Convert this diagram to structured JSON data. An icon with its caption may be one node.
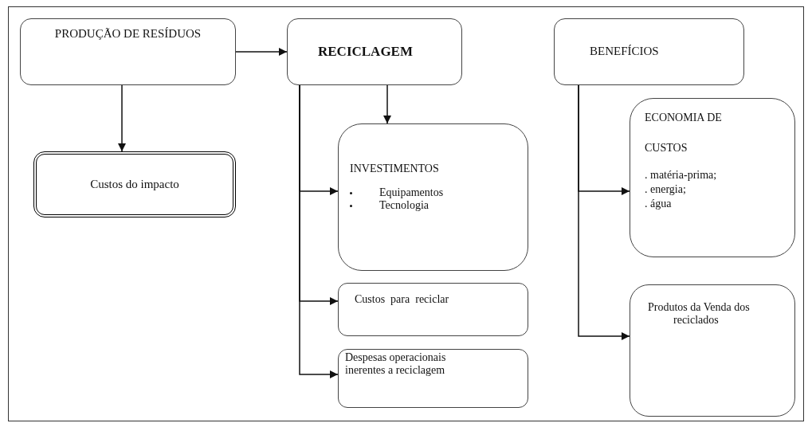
{
  "diagram": {
    "nodes": [
      {
        "text": [
          "PRODUÇÃO DE RESÍDUOS"
        ]
      },
      {
        "text": [
          "RECICLAGEM"
        ]
      },
      {
        "text": [
          "BENEFÍCIOS"
        ]
      },
      {
        "text": [
          "Custos do impacto"
        ]
      },
      {
        "text": [
          "INVESTIMENTOS",
          "Equipamentos",
          "Tecnologia"
        ]
      },
      {
        "text": [
          "Custos  para  reciclar"
        ]
      },
      {
        "text": [
          "Despesas operacionais inerentes a reciclagem"
        ]
      },
      {
        "text": [
          "ECONOMIA DE",
          "CUSTOS",
          ". matéria-prima;",
          ". energia;",
          ". água"
        ]
      },
      {
        "text": [
          "Produtos da Venda dos reciclados"
        ]
      }
    ],
    "edges": [
      {
        "from": 0,
        "to": 1,
        "arrow": "to"
      },
      {
        "from": 0,
        "to": 3,
        "arrow": "to"
      },
      {
        "from": 1,
        "to": 4,
        "arrow": "to"
      },
      {
        "from": 1,
        "to": 4,
        "arrow": "to"
      },
      {
        "from": 1,
        "to": 5,
        "arrow": "to"
      },
      {
        "from": 1,
        "to": 6,
        "arrow": "to"
      },
      {
        "from": 2,
        "to": 7,
        "arrow": "to"
      },
      {
        "from": 2,
        "to": 8,
        "arrow": "to"
      }
    ]
  }
}
